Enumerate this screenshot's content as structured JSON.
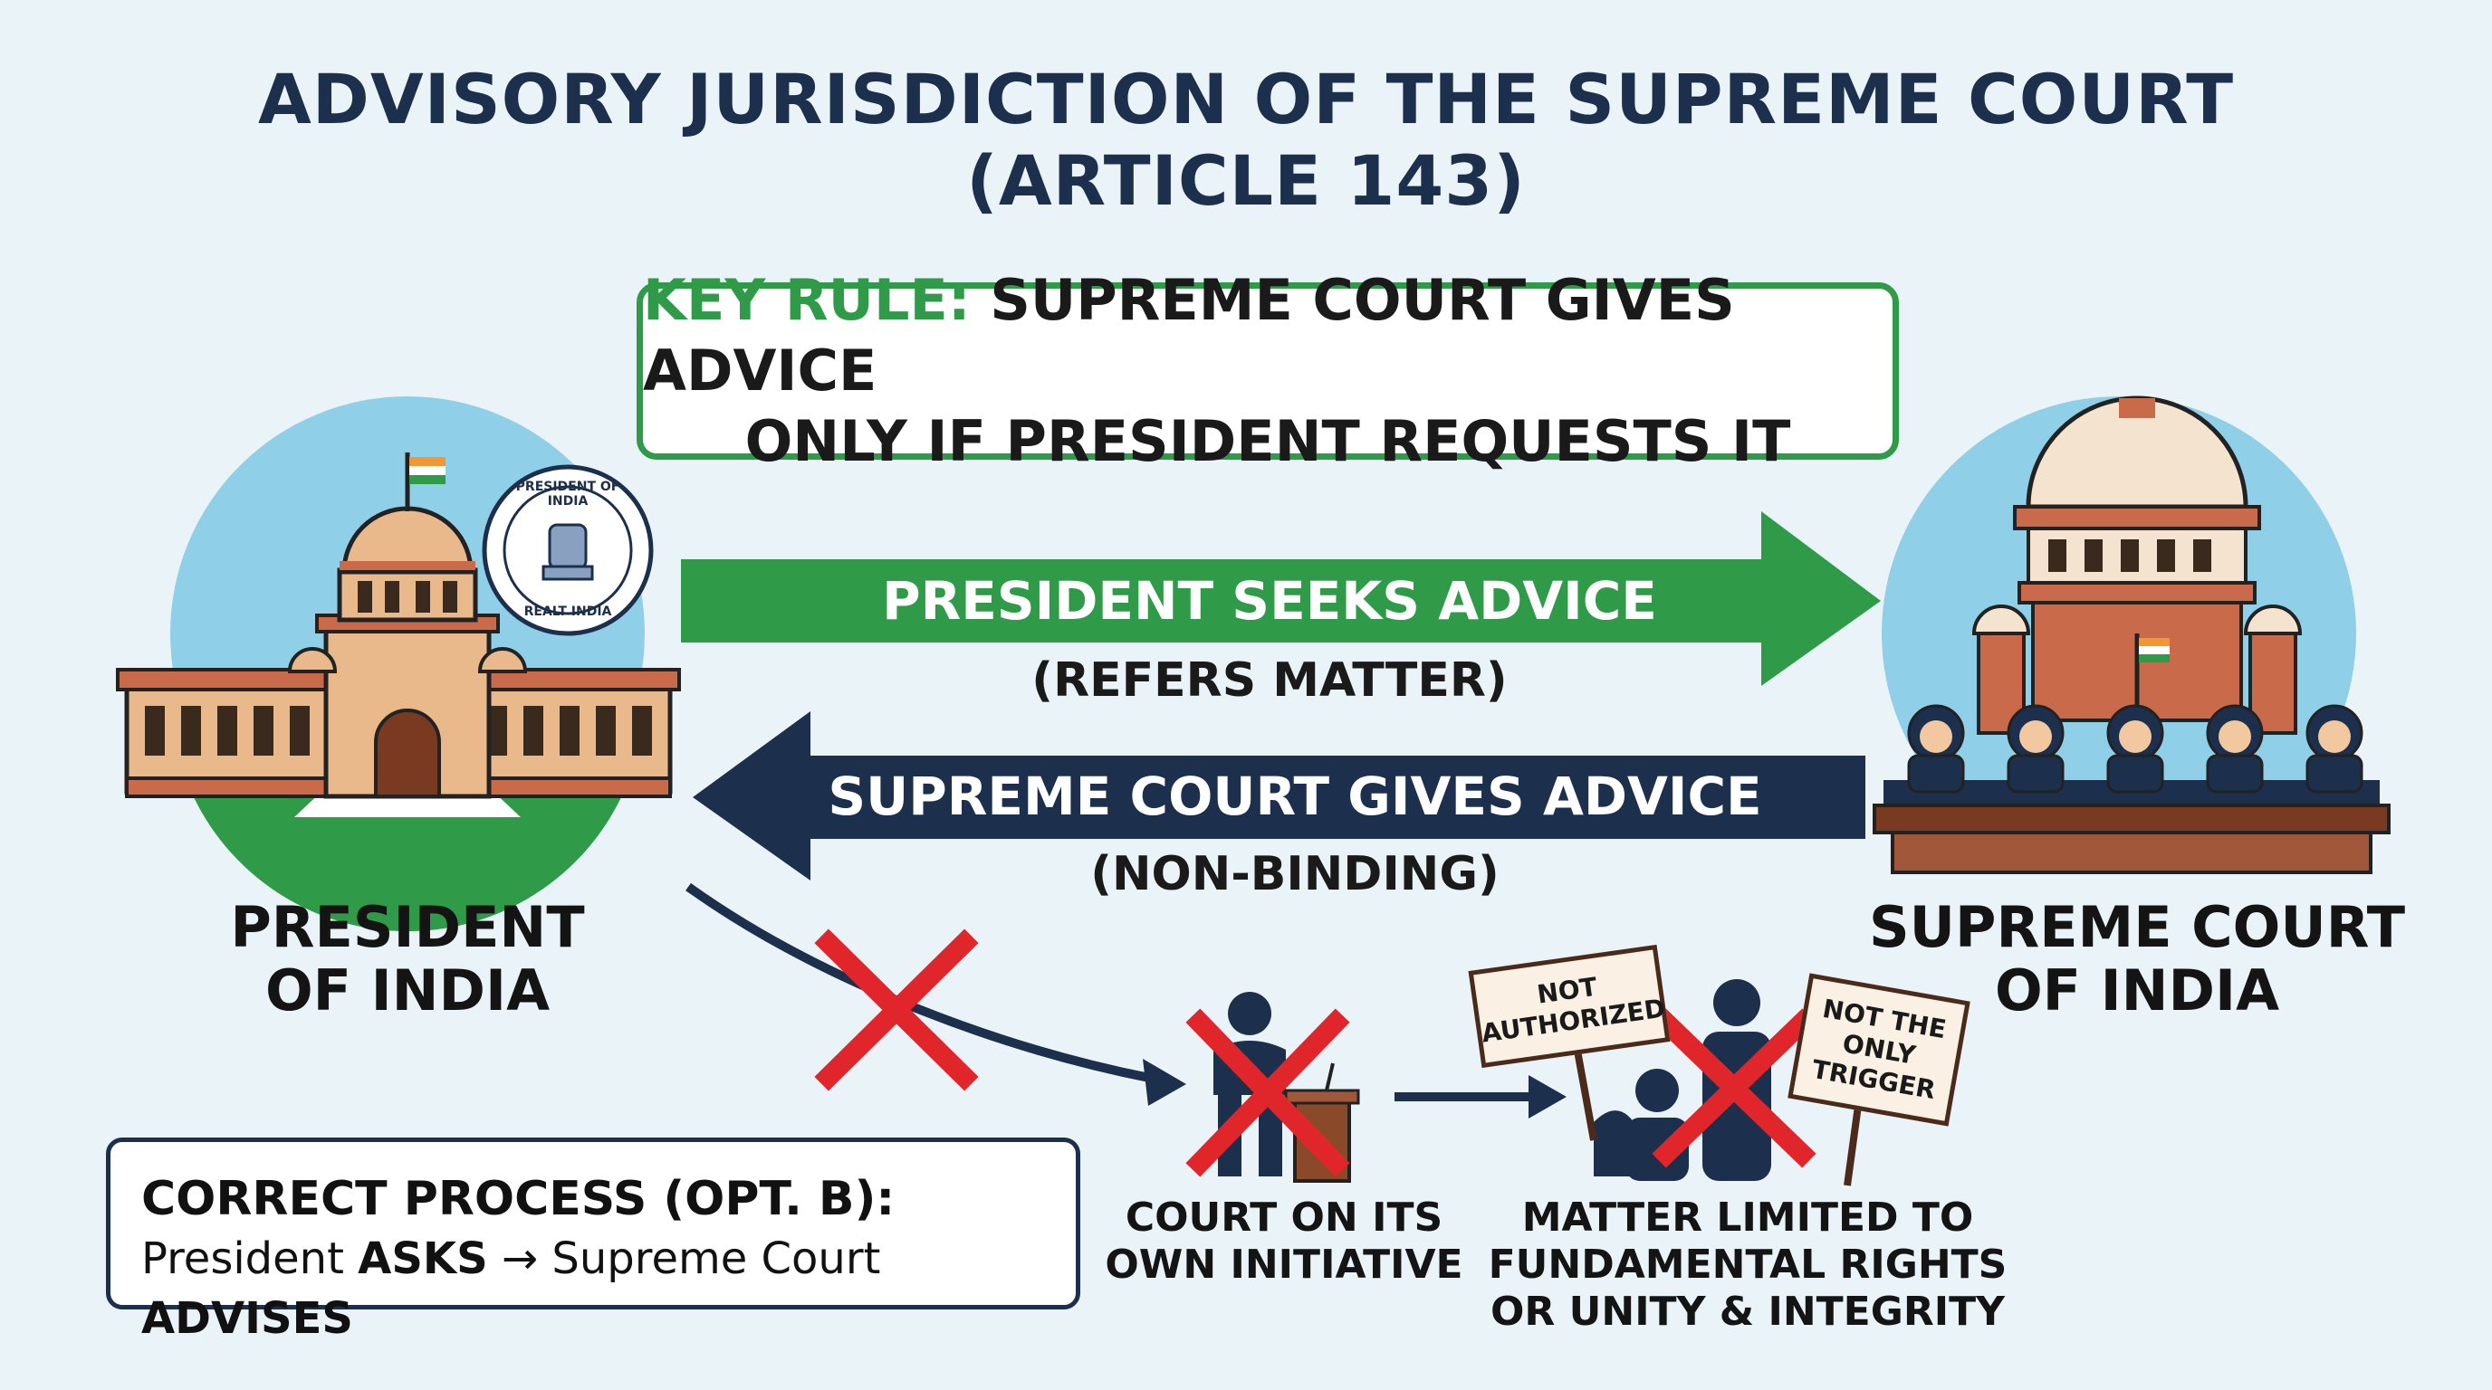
{
  "title": {
    "line1": "ADVISORY JURISDICTION OF THE SUPREME COURT",
    "line2": "(ARTICLE 143)"
  },
  "key_rule": {
    "label": "KEY RULE:",
    "line1": "SUPREME COURT GIVES ADVICE",
    "line2": "ONLY IF PRESIDENT REQUESTS IT"
  },
  "arrow_right": {
    "text": "PRESIDENT SEEKS ADVICE",
    "subtext": "(REFERS MATTER)",
    "color": "#2f9a47"
  },
  "arrow_left": {
    "text": "SUPREME COURT GIVES ADVICE",
    "subtext": "(NON-BINDING)",
    "color": "#1c2f4c"
  },
  "president": {
    "line1": "PRESIDENT",
    "line2": "OF INDIA",
    "seal_top": "PRESIDENT OF INDIA",
    "seal_bottom": "REALT INDIA"
  },
  "court": {
    "line1": "SUPREME COURT",
    "line2": "OF INDIA"
  },
  "initiative": {
    "line1": "COURT ON ITS",
    "line2": "OWN INITIATIVE"
  },
  "limited": {
    "line1": "MATTER LIMITED TO",
    "line2": "FUNDAMENTAL RIGHTS",
    "line3": "OR UNITY & INTEGRITY",
    "sign1": [
      "NOT",
      "AUTHORIZED"
    ],
    "sign2": [
      "NOT THE",
      "ONLY",
      "TRIGGER"
    ]
  },
  "process": {
    "heading": "CORRECT PROCESS (OPT. B):",
    "w1": "President",
    "w2": "ASKS",
    "w3": "→",
    "w4": "Supreme Court",
    "w5": "ADVISES"
  },
  "colors": {
    "red_cross": "#e0262b",
    "navy": "#1c2f4c",
    "green": "#2f9a47"
  }
}
